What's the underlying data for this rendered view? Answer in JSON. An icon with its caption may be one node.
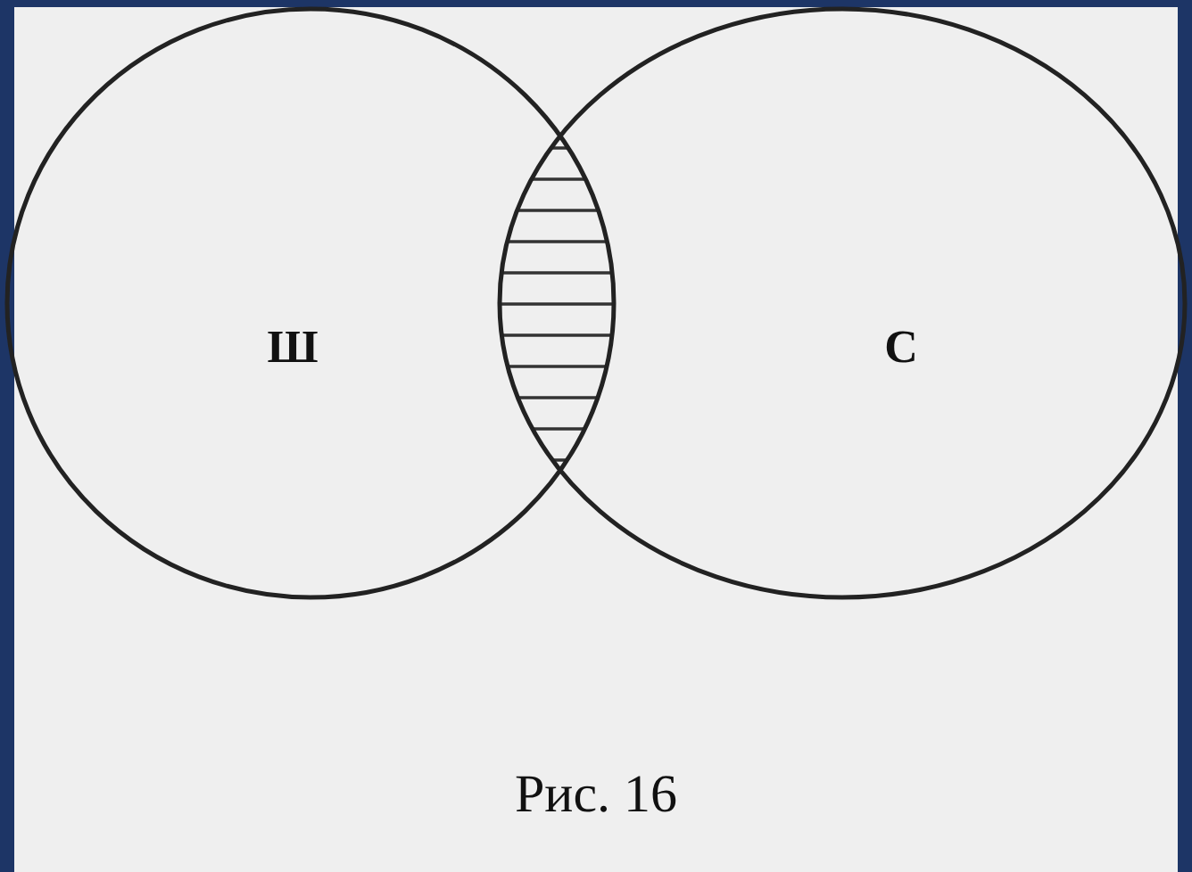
{
  "diagram": {
    "caption": "Рис. 16",
    "nodes": [
      {
        "text": [
          "Ш"
        ]
      },
      {
        "text": [
          "С"
        ]
      }
    ]
  }
}
